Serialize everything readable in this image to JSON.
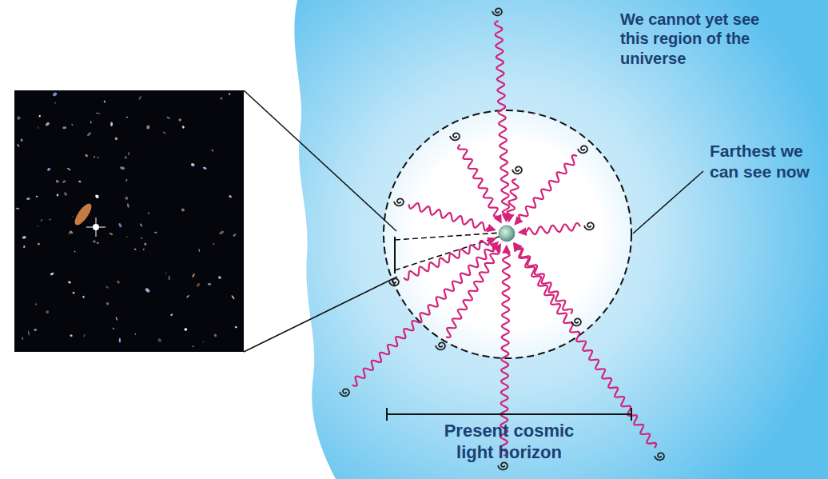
{
  "diagram": {
    "labels": [
      "We cannot yet see this region of the universe",
      "Farthest we can see now",
      "Present cosmic light horizon"
    ]
  }
}
